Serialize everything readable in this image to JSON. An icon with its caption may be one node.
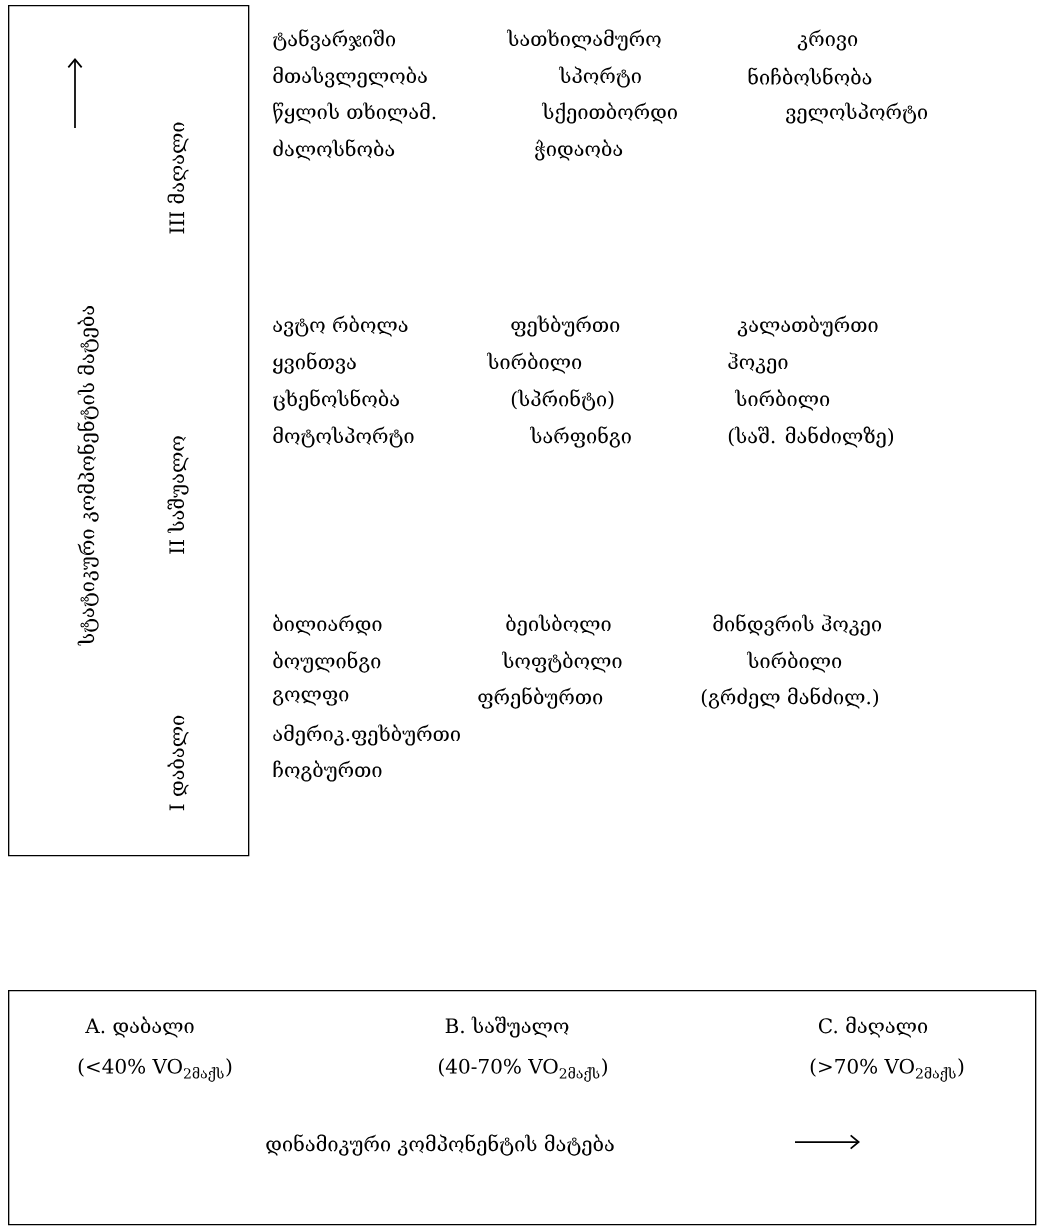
{
  "diagram": {
    "nodes": [
      {
        "text": [
          "სტატიკური კომპონენტის მატება",
          "I დაბალი",
          "II საშუალო",
          "III მაღალი"
        ]
      },
      {
        "text": [
          "A. დაბალი",
          "(<40% VO$_{2მაქს}$)",
          "B. საშუალო",
          "(40-70% VO$_{2მაქს}$)",
          "C. მაღალი",
          "(>70% VO$_{2მაქს}$)",
          "დინამიკური კომპონენტის მატება"
        ]
      }
    ],
    "labels": [
      "ტანვარჯიში",
      "სათხილამურო",
      "კრივი",
      "მთასვლელობა",
      "სპორტი",
      "ნიჩბოსნობა",
      "წყლის თხილამ.",
      "სქეითბორდი",
      "ველოსპორტი",
      "ძალოსნობა",
      "ჭიდაობა",
      "ავტო რბოლა",
      "ფეხბურთი",
      "კალათბურთი",
      "ყვინთვა",
      "სირბილი",
      "ჰოკეი",
      "ცხენოსნობა",
      "(სპრინტი)",
      "სირბილი",
      "მოტოსპორტი",
      "სარფინგი",
      "(საშ. მანძილზე)",
      "ბილიარდი",
      "ბეისბოლი",
      "მინდვრის ჰოკეი",
      "ბოულინგი",
      "სოფტბოლი",
      "სირბილი",
      "გოლფი",
      "ფრენბურთი",
      "(გრძელ მანძილ.)",
      "ამერიკ.ფეხბურთი",
      "ჩოგბურთი"
    ]
  }
}
